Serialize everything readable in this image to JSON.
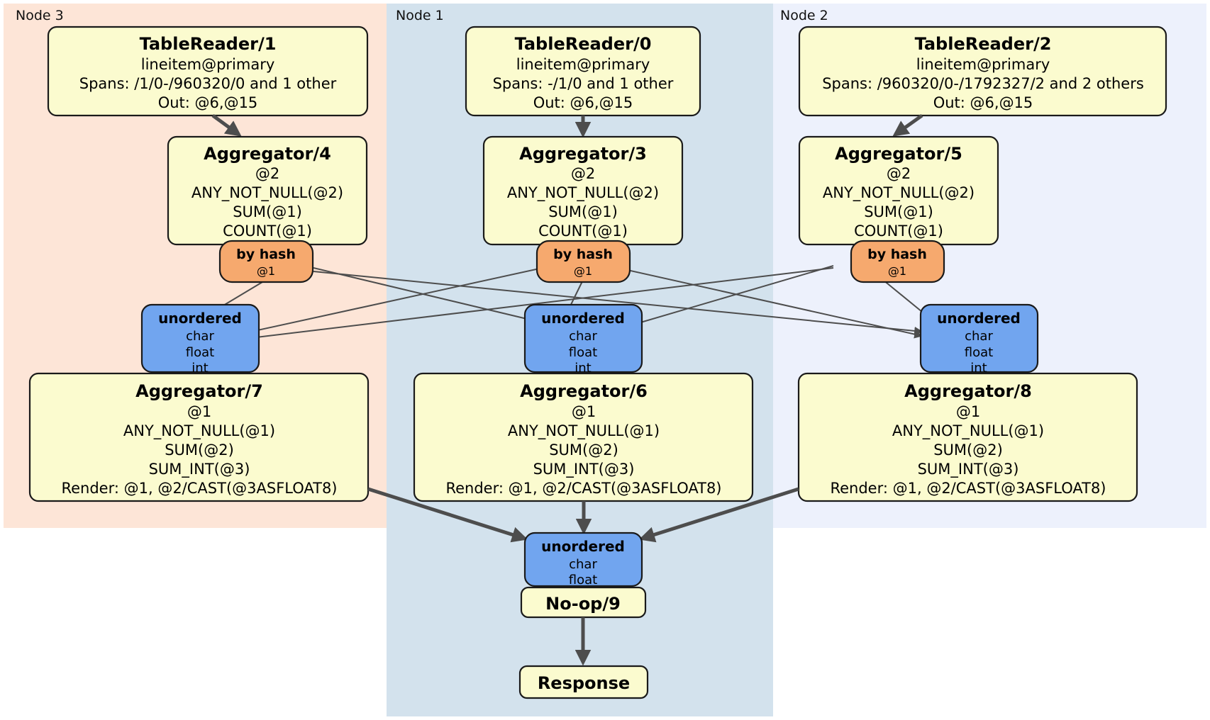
{
  "diagram": {
    "title": "Distributed query plan",
    "colors": {
      "node3_bg": "#fde5d7",
      "node1_bg": "#d3e2ed",
      "node2_bg": "#edf1fc",
      "processor_box": "#fbfbcf",
      "router_box": "#f6a96e",
      "synchronizer_box": "#71a5ef",
      "edge": "#4d4d4d",
      "border": "#1a1a1a"
    },
    "regions": [
      {
        "id": "node3",
        "label": "Node 3"
      },
      {
        "id": "node1",
        "label": "Node 1"
      },
      {
        "id": "node2",
        "label": "Node 2"
      }
    ],
    "processors": {
      "tablereader1": {
        "title": "TableReader/1",
        "lines": [
          "lineitem@primary",
          "Spans: /1/0-/960320/0 and 1 other",
          "Out: @6,@15"
        ]
      },
      "tablereader0": {
        "title": "TableReader/0",
        "lines": [
          "lineitem@primary",
          "Spans: -/1/0 and 1 other",
          "Out: @6,@15"
        ]
      },
      "tablereader2": {
        "title": "TableReader/2",
        "lines": [
          "lineitem@primary",
          "Spans: /960320/0-/1792327/2 and 2 others",
          "Out: @6,@15"
        ]
      },
      "aggregator4": {
        "title": "Aggregator/4",
        "lines": [
          "@2",
          "ANY_NOT_NULL(@2)",
          "SUM(@1)",
          "COUNT(@1)"
        ]
      },
      "aggregator3": {
        "title": "Aggregator/3",
        "lines": [
          "@2",
          "ANY_NOT_NULL(@2)",
          "SUM(@1)",
          "COUNT(@1)"
        ]
      },
      "aggregator5": {
        "title": "Aggregator/5",
        "lines": [
          "@2",
          "ANY_NOT_NULL(@2)",
          "SUM(@1)",
          "COUNT(@1)"
        ]
      },
      "aggregator7": {
        "title": "Aggregator/7",
        "lines": [
          "@1",
          "ANY_NOT_NULL(@1)",
          "SUM(@2)",
          "SUM_INT(@3)",
          "Render: @1, @2/CAST(@3ASFLOAT8)"
        ]
      },
      "aggregator6": {
        "title": "Aggregator/6",
        "lines": [
          "@1",
          "ANY_NOT_NULL(@1)",
          "SUM(@2)",
          "SUM_INT(@3)",
          "Render: @1, @2/CAST(@3ASFLOAT8)"
        ]
      },
      "aggregator8": {
        "title": "Aggregator/8",
        "lines": [
          "@1",
          "ANY_NOT_NULL(@1)",
          "SUM(@2)",
          "SUM_INT(@3)",
          "Render: @1, @2/CAST(@3ASFLOAT8)"
        ]
      },
      "noop9": {
        "title": "No-op/9",
        "lines": []
      },
      "response": {
        "title": "Response",
        "lines": []
      }
    },
    "routers": {
      "byhash_left": {
        "title": "by hash",
        "lines": [
          "@1"
        ]
      },
      "byhash_center": {
        "title": "by hash",
        "lines": [
          "@1"
        ]
      },
      "byhash_right": {
        "title": "by hash",
        "lines": [
          "@1"
        ]
      }
    },
    "synchronizers": {
      "unordered_left": {
        "title": "unordered",
        "lines": [
          "char",
          "float",
          "int"
        ]
      },
      "unordered_center": {
        "title": "unordered",
        "lines": [
          "char",
          "float",
          "int"
        ]
      },
      "unordered_right": {
        "title": "unordered",
        "lines": [
          "char",
          "float",
          "int"
        ]
      },
      "unordered_final": {
        "title": "unordered",
        "lines": [
          "char",
          "float"
        ]
      }
    }
  }
}
